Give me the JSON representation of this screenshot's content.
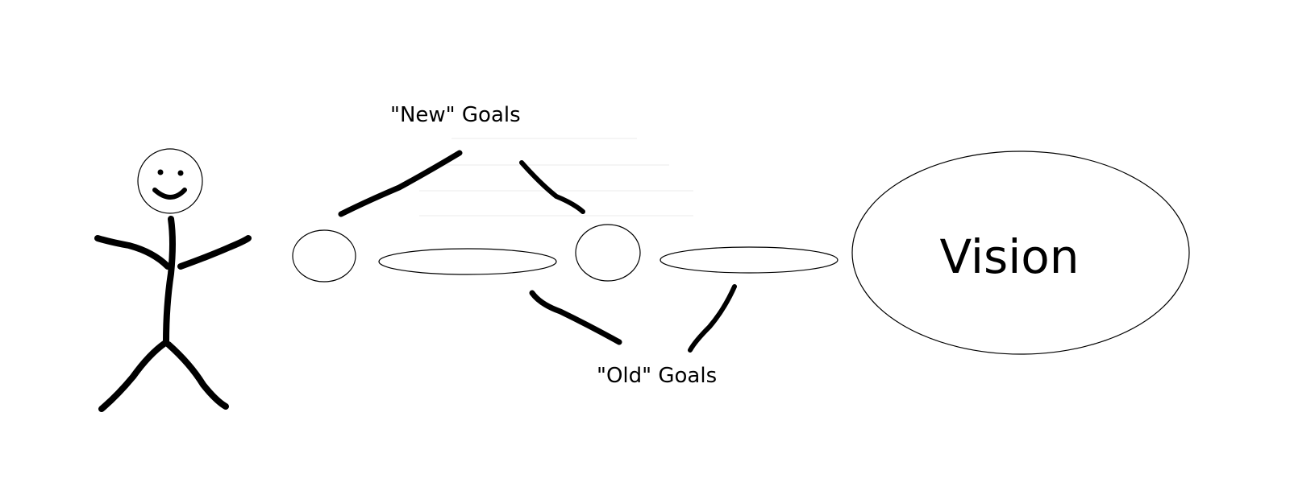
{
  "labels": {
    "new_goals": "\"New\" Goals",
    "old_goals": "\"Old\" Goals",
    "vision": "Vision"
  },
  "colors": {
    "ink": "#000000",
    "background": "#ffffff"
  },
  "icons": {
    "figure": "stick-figure-icon"
  }
}
